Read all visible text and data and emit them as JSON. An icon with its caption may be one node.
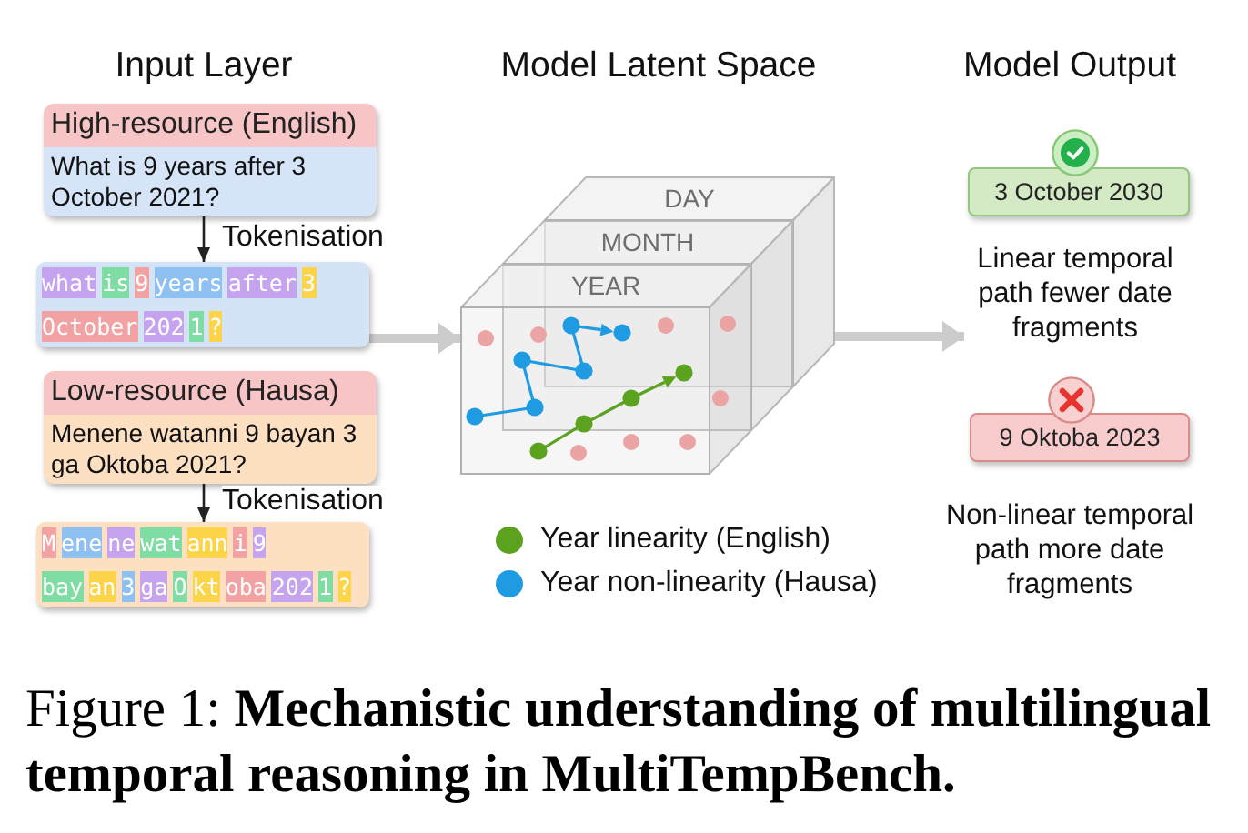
{
  "diagram": {
    "caption": "Figure 1: **Mechanistic understanding of multilingual temporal reasoning in MultiTempBench.**",
    "nodes": [
      {
        "text": [
          "High-resource (English)",
          "What is 9 years after 3 October 2021?"
        ]
      },
      {
        "text": [
          "what",
          "is",
          "9",
          "years",
          "after",
          "3",
          "October",
          "202",
          "1",
          "?"
        ]
      },
      {
        "text": [
          "Low-resource (Hausa)",
          "Menene watanni 9 bayan 3 ga Oktoba 2021?"
        ]
      },
      {
        "text": [
          "M",
          "ene",
          "ne",
          "wat",
          "ann",
          "i",
          "9",
          "bay",
          "an",
          "3",
          "ga",
          "O",
          "kt",
          "oba",
          "202",
          "1",
          "?"
        ]
      },
      {
        "text": [
          "DAY",
          "MONTH",
          "YEAR"
        ]
      },
      {
        "text": [
          "3 October 2030"
        ],
        "beside": [
          "Linear temporal path fewer date fragments"
        ]
      },
      {
        "text": [
          "9 Oktoba 2023"
        ],
        "beside": [
          "Non-linear temporal path more date fragments"
        ]
      }
    ],
    "edges": [
      {
        "from": 0,
        "to": 1,
        "arrow": "to",
        "label": "Tokenisation"
      },
      {
        "from": 2,
        "to": 3,
        "arrow": "to",
        "label": "Tokenisation"
      },
      {
        "from": 1,
        "to": 4,
        "arrow": "to",
        "style": "thick",
        "color": "#cccccc"
      },
      {
        "from": 4,
        "to": 5,
        "arrow": "to",
        "style": "thick",
        "color": "#cccccc"
      }
    ],
    "labels": [
      "Input Layer",
      "Model Latent Space",
      "Model Output"
    ],
    "legend": [
      {
        "text": "Year linearity (English)",
        "color": "#5ba31f"
      },
      {
        "text": "Year non-linearity (Hausa)",
        "color": "#1f9be3"
      }
    ]
  }
}
